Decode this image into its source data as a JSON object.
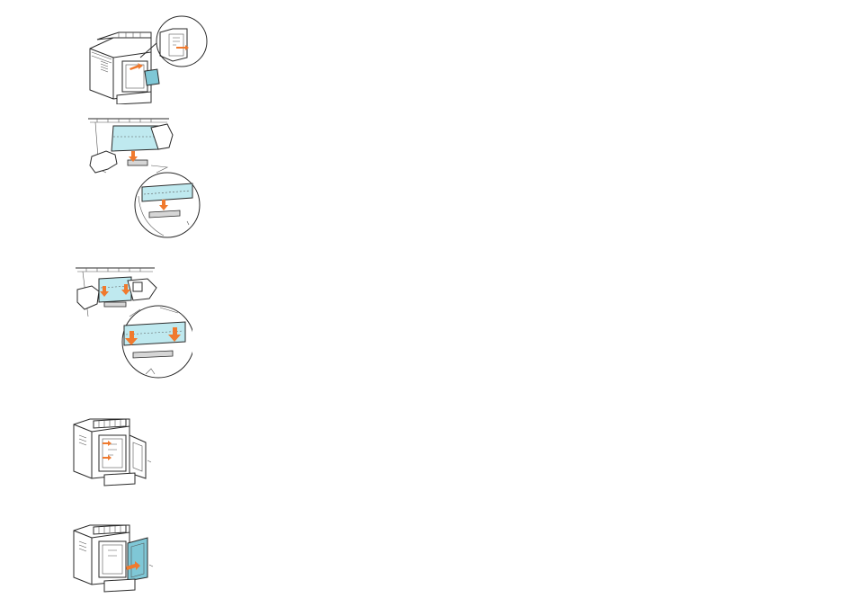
{
  "page": {
    "background": "#ffffff"
  },
  "colors": {
    "accent_blue": "#bfe9ef",
    "accent_blue_dark": "#7fc7d6",
    "arrow_orange": "#f07a2e",
    "line": "#2a2a2a"
  },
  "figures": [
    {
      "name": "step-1-printer-rear-open-with-board",
      "icon": "printer-rear-memory-card-illustration"
    },
    {
      "name": "step-2-insert-memory-card-into-slot",
      "icon": "memory-card-insert-illustration"
    },
    {
      "name": "step-3-press-memory-card-down",
      "icon": "memory-card-press-illustration"
    },
    {
      "name": "step-4-printer-rear-board-cover-open",
      "icon": "printer-rear-cover-open-illustration"
    },
    {
      "name": "step-5-close-board-cover",
      "icon": "printer-rear-cover-close-illustration"
    }
  ]
}
